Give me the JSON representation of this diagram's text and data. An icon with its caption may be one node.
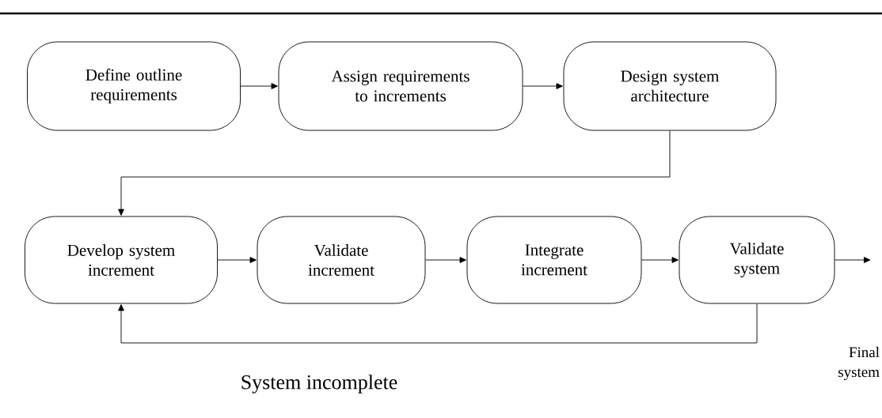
{
  "diagram": {
    "nodes": [
      {
        "text": [
          "Define outline requirements"
        ]
      },
      {
        "text": [
          "Assign requirements to increments"
        ]
      },
      {
        "text": [
          "Design system architecture"
        ]
      },
      {
        "text": [
          "Develop system increment"
        ]
      },
      {
        "text": [
          "Validate increment"
        ]
      },
      {
        "text": [
          "Integrate increment"
        ]
      },
      {
        "text": [
          "Validate system"
        ]
      }
    ],
    "edges": [
      {
        "from": 0,
        "to": 1,
        "arrow": "to"
      },
      {
        "from": 1,
        "to": 2,
        "arrow": "to"
      },
      {
        "from": 2,
        "to": 3,
        "arrow": "to"
      },
      {
        "from": 3,
        "to": 4,
        "arrow": "to"
      },
      {
        "from": 4,
        "to": 5,
        "arrow": "to"
      },
      {
        "from": 5,
        "to": 6,
        "arrow": "to"
      },
      {
        "from": 6,
        "to": null,
        "arrow": "to"
      },
      {
        "from": 6,
        "to": 3,
        "arrow": "to",
        "label": "System incomplete"
      }
    ],
    "labels": [
      "Final system"
    ]
  }
}
